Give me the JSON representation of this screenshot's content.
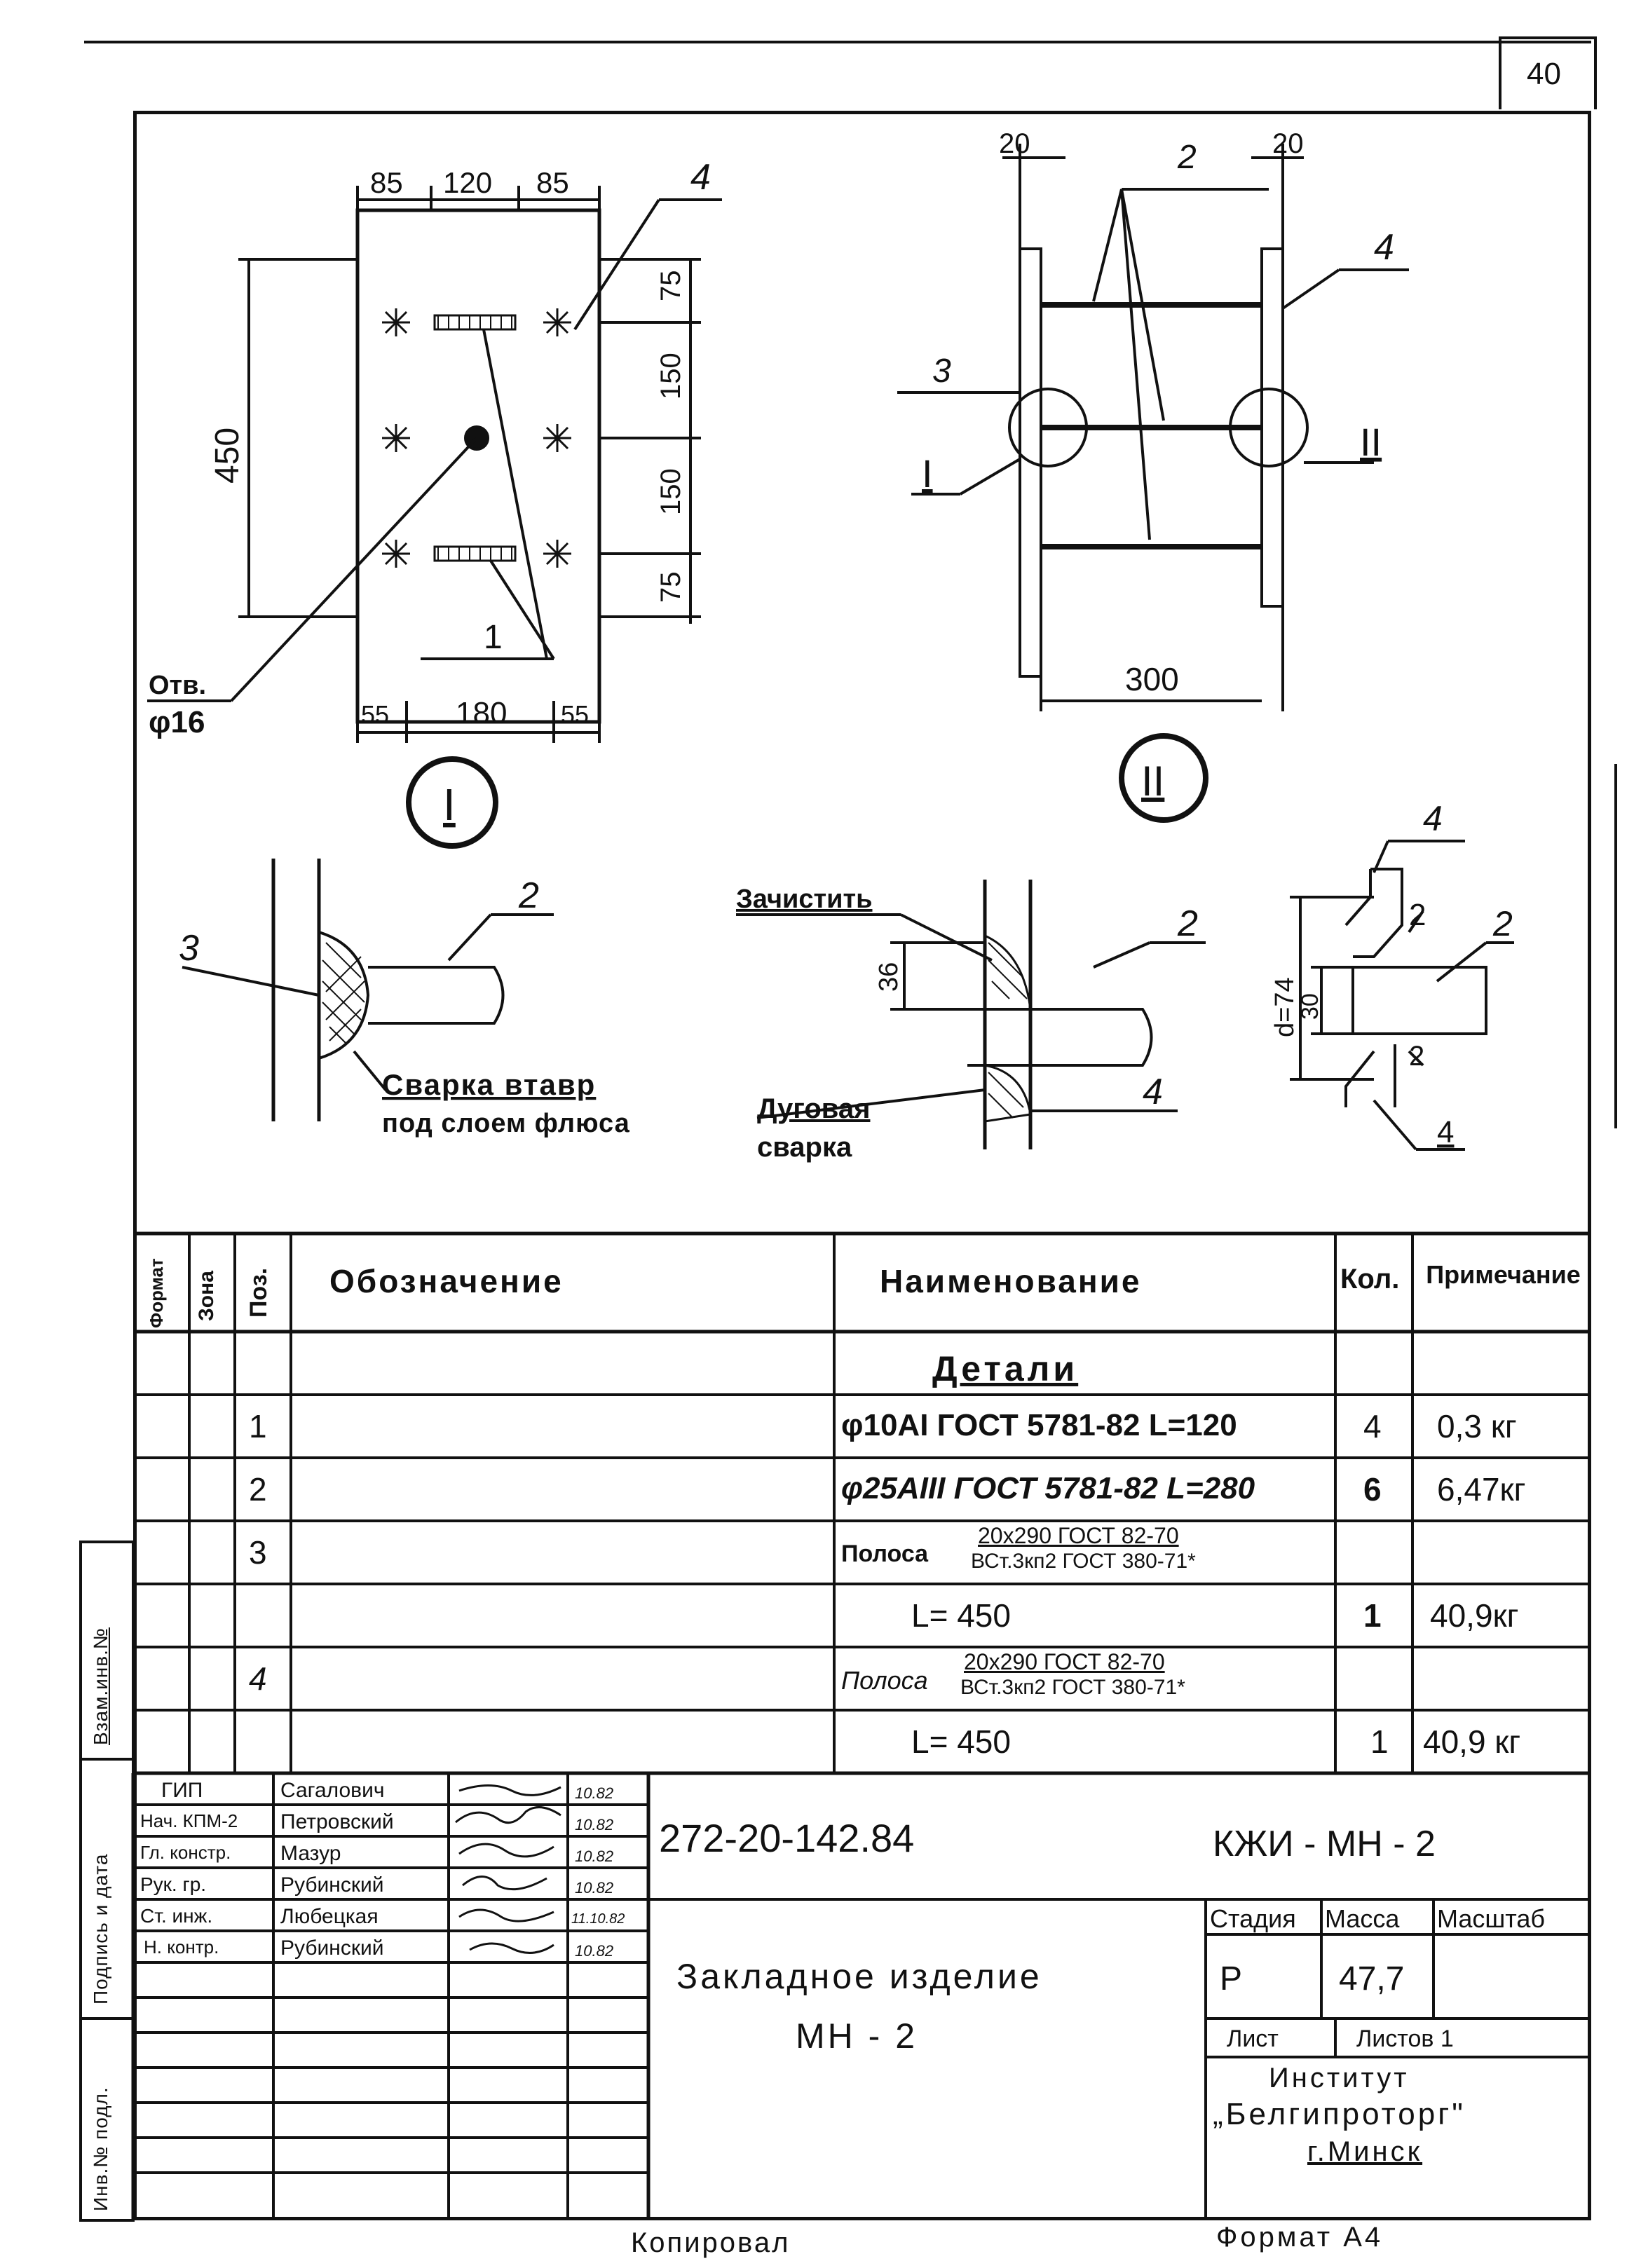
{
  "sheet_number": "40",
  "drawing": {
    "plan": {
      "dim_top": [
        "85",
        "120",
        "85"
      ],
      "dim_right": [
        "75",
        "150",
        "150",
        "75"
      ],
      "dim_left": "450",
      "dim_bottom": [
        "55",
        "180",
        "55"
      ],
      "leader_1": "1",
      "leader_4": "4",
      "hole_label": "Отв.",
      "hole_dia": "φ16"
    },
    "section": {
      "dim_top_left": "20",
      "dim_top_right": "20",
      "leader_2": "2",
      "leader_3": "3",
      "leader_4": "4",
      "node_i": "I",
      "node_ii": "II",
      "dim_bottom": "300"
    },
    "detail_i": {
      "title": "I",
      "leader_2": "2",
      "leader_3": "3",
      "note_line1": "Сварка втавр",
      "note_line2": "под слоем флюса"
    },
    "detail_ii": {
      "title": "II",
      "clean_label": "Зачистить",
      "dim_36": "36",
      "leader_2": "2",
      "leader_4": "4",
      "arc_line1": "Дуговая",
      "arc_line2": "сварка"
    },
    "detail_right": {
      "leader_4_top": "4",
      "leader_2_a": "2",
      "leader_2_b": "2",
      "leader_2_c": "2",
      "leader_4_bottom": "4",
      "dim_d": "d=74",
      "dim_30": "30"
    }
  },
  "spec_table": {
    "headers": {
      "format": "Формат",
      "zone": "Зона",
      "pos": "Поз.",
      "designation": "Обозначение",
      "name": "Наименование",
      "qty": "Кол.",
      "note": "Примечание"
    },
    "section_title": "Детали",
    "rows": [
      {
        "pos": "1",
        "name": "φ10AI ГОСТ 5781-82 L=120",
        "qty": "4",
        "note": "0,3 кг"
      },
      {
        "pos": "2",
        "name": "φ25AIII ГОСТ 5781-82 L=280",
        "qty": "6",
        "note": "6,47кг"
      },
      {
        "pos": "3",
        "name_prefix": "Полоса",
        "name_top": "20x290 ГОСТ 82-70",
        "name_bottom": "ВСт.3кп2 ГОСТ 380-71*",
        "qty": "",
        "note": ""
      },
      {
        "pos": "",
        "name": "L= 450",
        "qty": "1",
        "note": "40,9кг"
      },
      {
        "pos": "4",
        "name_prefix": "Полоса",
        "name_top": "20x290 ГОСТ 82-70",
        "name_bottom": "ВСт.3кп2 ГОСТ 380-71*",
        "qty": "",
        "note": ""
      },
      {
        "pos": "",
        "name": "L= 450",
        "qty": "1",
        "note": "40,9 кг"
      }
    ]
  },
  "side_stamp": [
    "Взам.инв.№",
    "Подпись и дата",
    "Инв.№ подл."
  ],
  "title_block": {
    "signers": [
      {
        "role": "ГИП",
        "name": "Сагалович",
        "date": "10.82"
      },
      {
        "role": "Нач. КПМ-2",
        "name": "Петровский",
        "date": "10.82"
      },
      {
        "role": "Гл. констр.",
        "name": "Мазур",
        "date": "10.82"
      },
      {
        "role": "Рук. гр.",
        "name": "Рубинский",
        "date": "10.82"
      },
      {
        "role": "Ст. инж.",
        "name": "Любецкая",
        "date": "11.10.82"
      },
      {
        "role": "Н. контр.",
        "name": "Рубинский",
        "date": "10.82"
      }
    ],
    "doc_number": "272-20-142.84",
    "doc_code": "КЖИ - МН - 2",
    "title_line1": "Закладное изделие",
    "title_line2": "МН - 2",
    "stage_label": "Стадия",
    "mass_label": "Масса",
    "scale_label": "Масштаб",
    "stage": "Р",
    "mass": "47,7",
    "scale": "",
    "sheet_label": "Лист",
    "sheets_label": "Листов 1",
    "org_line1": "Институт",
    "org_line2": "„Белгипроторг\"",
    "org_line3": "г.Минск"
  },
  "footer": {
    "copied": "Копировал",
    "format": "Формат А4"
  }
}
